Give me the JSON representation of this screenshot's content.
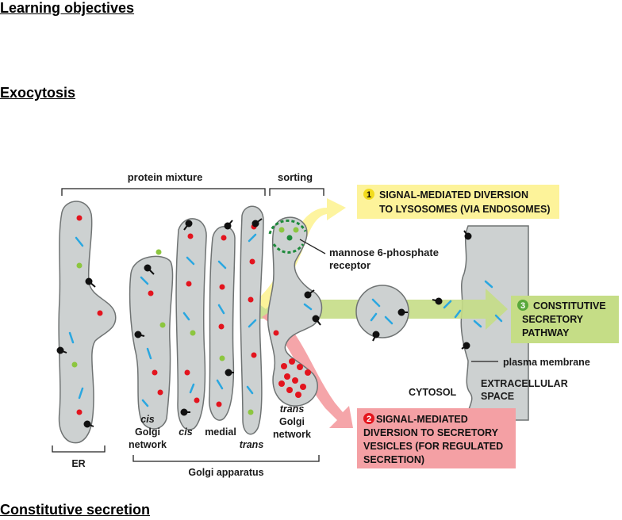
{
  "headings": {
    "learning_objectives": "Learning objectives",
    "exocytosis": "Exocytosis",
    "constitutive_secretion": "Constitutive secretion"
  },
  "diagram": {
    "top_labels": {
      "protein_mixture": "protein mixture",
      "sorting": "sorting"
    },
    "pathways": [
      {
        "number": "1",
        "line1": "SIGNAL-MEDIATED DIVERSION",
        "line2": "TO LYSOSOMES (VIA ENDOSOMES)",
        "line3": "",
        "line4": "",
        "box_color": "#fdf39a",
        "badge_color": "#f2dc1c",
        "number_color": "#000000"
      },
      {
        "number": "2",
        "line1": "SIGNAL-MEDIATED",
        "line2": "DIVERSION TO SECRETORY",
        "line3": "VESICLES (FOR REGULATED",
        "line4": "SECRETION)",
        "box_color": "#f4a0a4",
        "badge_color": "#e4161e",
        "number_color": "#ffffff"
      },
      {
        "number": "3",
        "line1": "CONSTITUTIVE",
        "line2": "SECRETORY",
        "line3": "PATHWAY",
        "line4": "",
        "box_color": "#c5dd86",
        "badge_color": "#58a83a",
        "number_color": "#ffffff"
      }
    ],
    "labels": {
      "mannose_line1": "mannose 6-phosphate",
      "mannose_line2": "receptor",
      "plasma_membrane": "plasma membrane",
      "cytosol": "CYTOSOL",
      "extracellular_line1": "EXTRACELLULAR",
      "extracellular_line2": "SPACE",
      "cis_golgi_1": "cis",
      "cis_golgi_2": "Golgi",
      "cis_golgi_3": "network",
      "cis": "cis",
      "medial": "medial",
      "trans": "trans",
      "trans_golgi_1": "trans",
      "trans_golgi_2": "Golgi",
      "trans_golgi_3": "network",
      "er": "ER",
      "golgi_apparatus": "Golgi apparatus"
    },
    "colors": {
      "membrane_fill": "#cdd1d1",
      "membrane_stroke": "#6f7373",
      "lysosomal_protein": "#e3141e",
      "secretory_protein": "#2aa7e0",
      "receptor_dot": "#1d8a3a",
      "light_green_dot": "#8cc63f",
      "receptor_coat": "#1d8a3a"
    }
  }
}
